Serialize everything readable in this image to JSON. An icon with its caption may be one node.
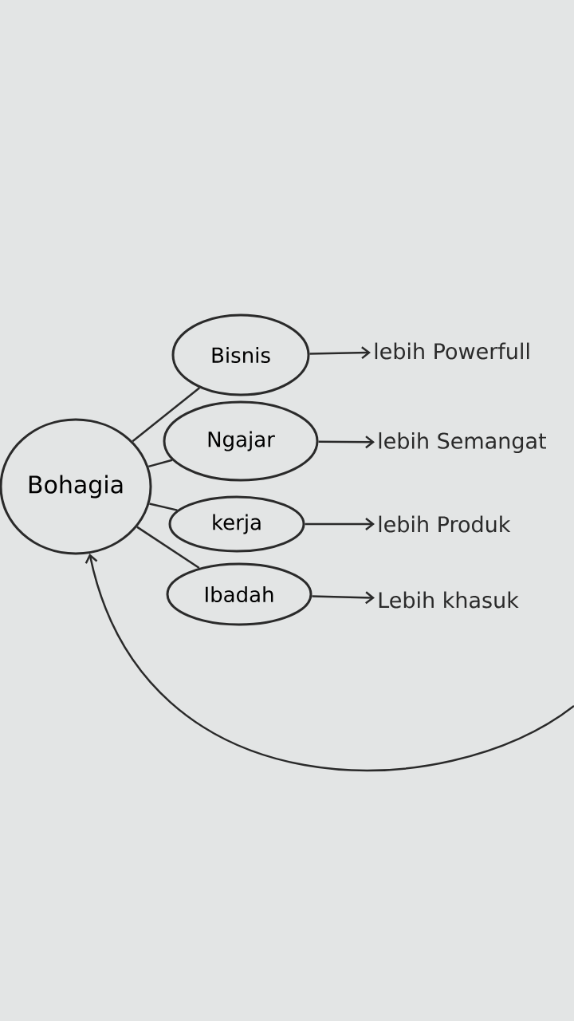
{
  "diagram": {
    "nodes": [
      {
        "text": [
          "Bohagia"
        ]
      },
      {
        "text": [
          "Bisnis"
        ]
      },
      {
        "text": [
          "Ngajar"
        ]
      },
      {
        "text": [
          "kerja"
        ]
      },
      {
        "text": [
          "Ibadah"
        ]
      },
      {
        "text": [
          "lebih Powerfull"
        ]
      },
      {
        "text": [
          "lebih Semangat"
        ]
      },
      {
        "text": [
          "lebih Produk"
        ]
      },
      {
        "text": [
          "Lebih khasuk"
        ]
      }
    ],
    "edges": [
      {
        "from": 0,
        "to": 1,
        "arrow": "none"
      },
      {
        "from": 0,
        "to": 2,
        "arrow": "none"
      },
      {
        "from": 0,
        "to": 3,
        "arrow": "none"
      },
      {
        "from": 0,
        "to": 4,
        "arrow": "none"
      },
      {
        "from": 1,
        "to": 5,
        "arrow": "to"
      },
      {
        "from": 2,
        "to": 6,
        "arrow": "to"
      },
      {
        "from": 3,
        "to": 7,
        "arrow": "to"
      },
      {
        "from": 4,
        "to": 8,
        "arrow": "to"
      },
      {
        "from": null,
        "to": 0,
        "arrow": "to"
      }
    ]
  }
}
